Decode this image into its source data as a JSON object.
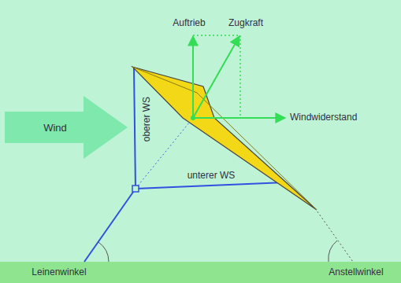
{
  "diagram": {
    "nodes": [
      {
        "text": [
          "Wind"
        ]
      }
    ],
    "labels": [
      "Auftrieb",
      "Zugkraft",
      "Windwiderstand",
      "oberer WS",
      "unterer WS",
      "Leinenwinkel",
      "Anstellwinkel"
    ]
  }
}
